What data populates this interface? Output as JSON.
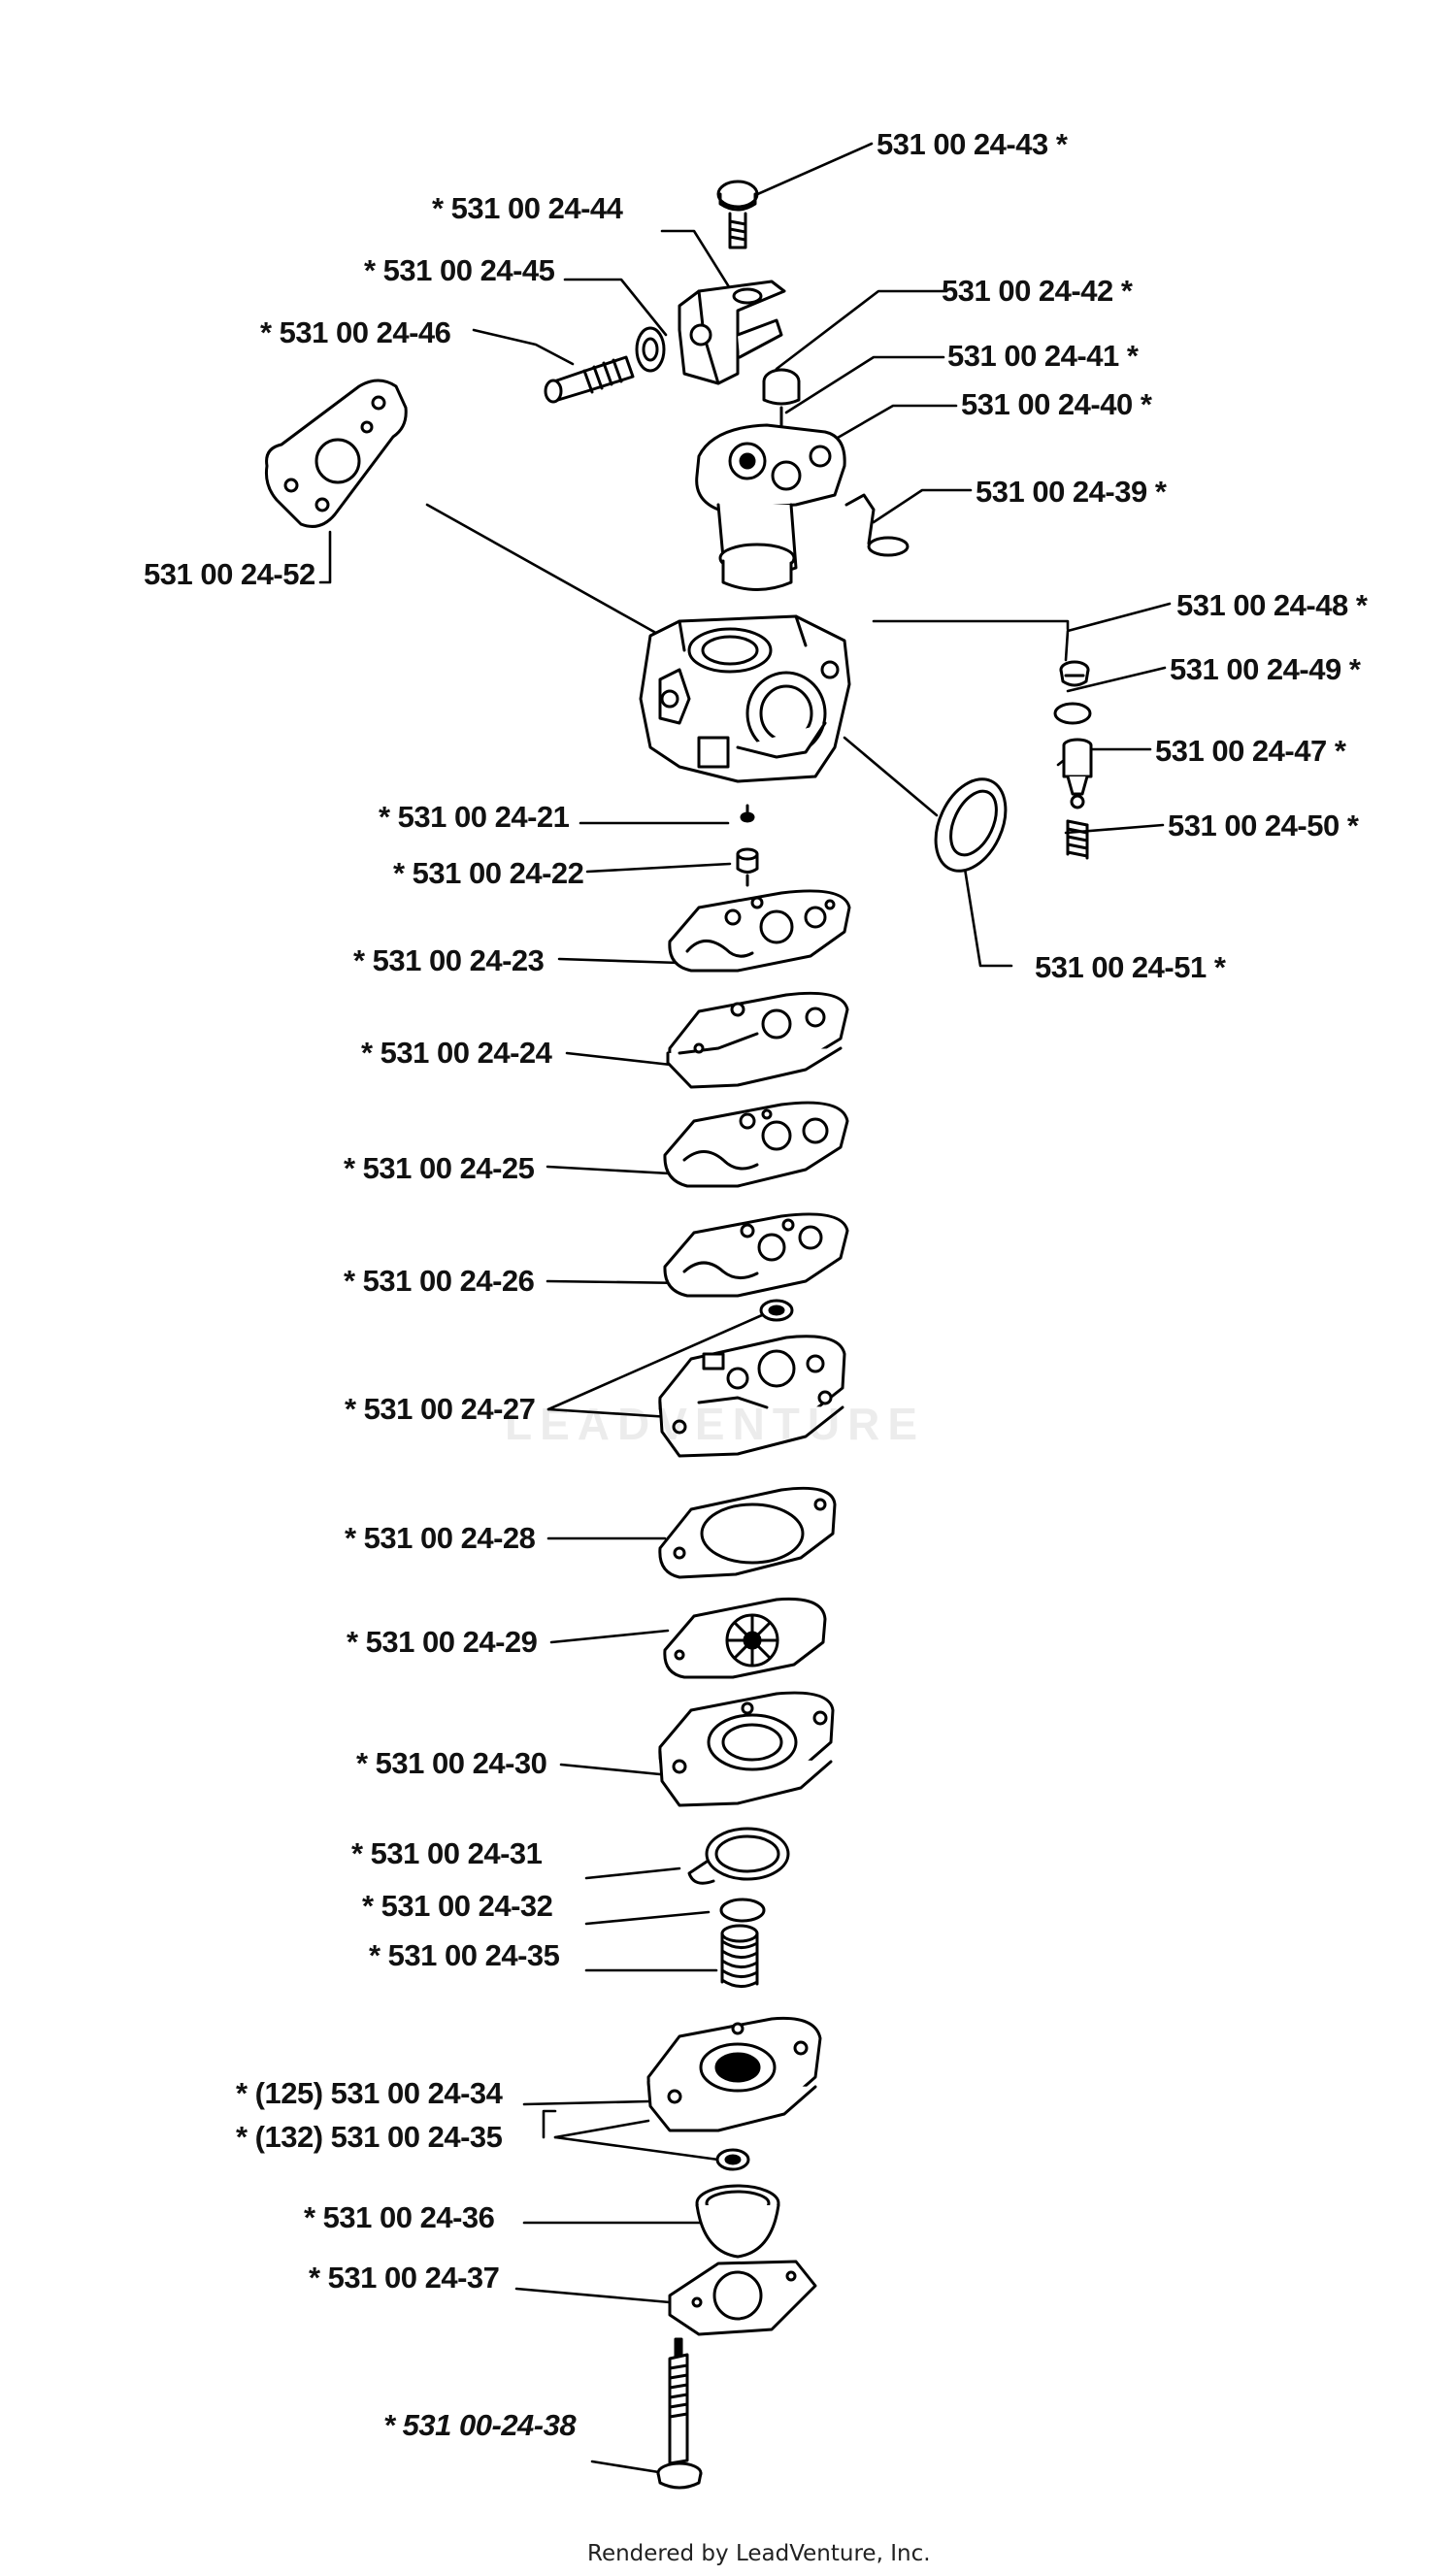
{
  "labels": {
    "p43": "531 00 24-43  *",
    "p44": "*  531 00 24-44",
    "p45": "*  531 00 24-45",
    "p46": "*  531 00 24-46",
    "p42": "531 00 24-42  *",
    "p41": "531 00 24-41  *",
    "p40": "531 00 24-40  *",
    "p39": "531 00 24-39  *",
    "p52": "531 00 24-52",
    "p48": "531 00 24-48  *",
    "p49": "531 00 24-49  *",
    "p47": "531 00 24-47  *",
    "p50": "531 00 24-50  *",
    "p51": "531 00 24-51  *",
    "p21": "*  531 00 24-21",
    "p22": "*  531 00 24-22",
    "p23": "*  531 00 24-23",
    "p24": "*  531 00 24-24",
    "p25": "*  531 00 24-25",
    "p26": "*  531 00 24-26",
    "p27": "*  531 00 24-27",
    "p28": "*  531 00 24-28",
    "p29": "*  531 00 24-29",
    "p30": "*  531 00 24-30",
    "p31": "*  531 00 24-31",
    "p32": "*  531 00 24-32",
    "p35": "*  531 00 24-35",
    "p34": "*  (125) 531 00 24-34",
    "p35b": "*  (132) 531 00 24-35",
    "p36": "*  531 00 24-36",
    "p37": "*  531 00 24-37",
    "p38": "*  531 00-24-38"
  },
  "watermark": "LEADVENTURE",
  "footer": "Rendered by LeadVenture, Inc."
}
